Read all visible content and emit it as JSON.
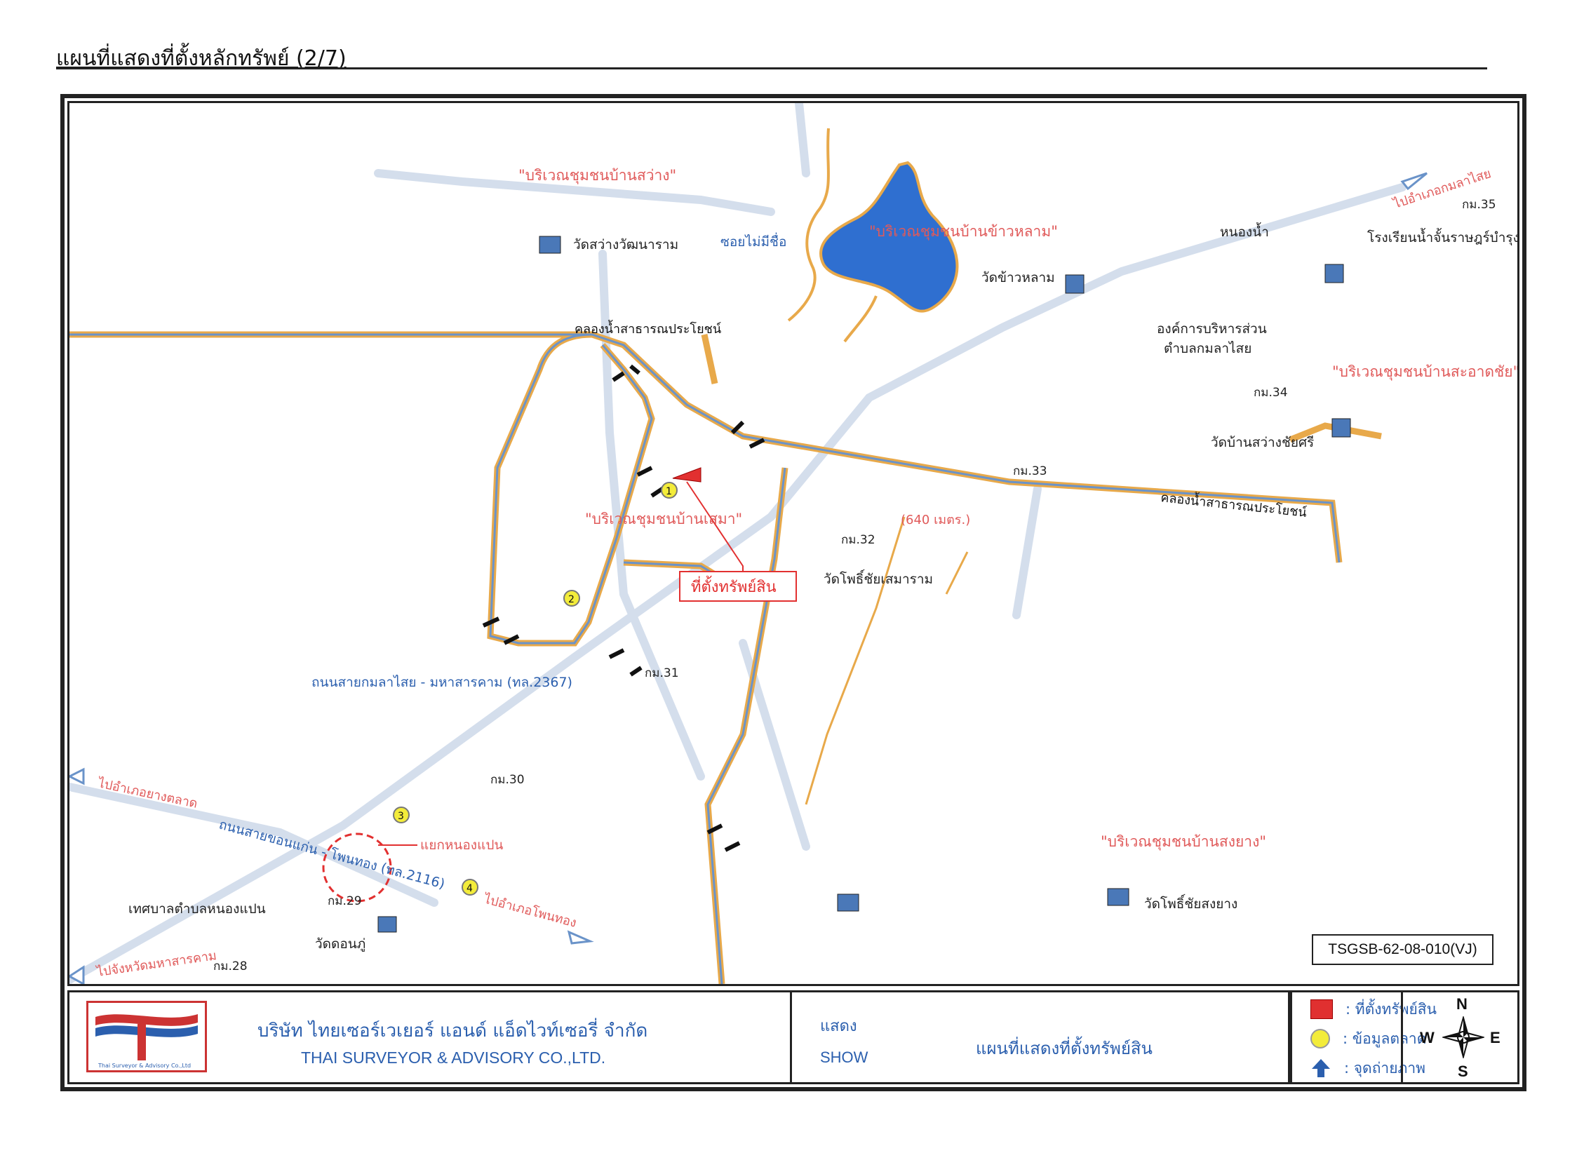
{
  "title": "แผนที่แสดงที่ตั้งหลักทรัพย์ (2/7)",
  "map": {
    "community_labels": [
      "\"บริเวณชุมชนบ้านสว่าง\"",
      "\"บริเวณชุมชนบ้านข้าวหลาม\"",
      "\"บริเวณชุมชนบ้านสะอาดชัย\"",
      "\"บริเวณชุมชนบ้านเสมา\"",
      "\"บริเวณชุมชนบ้านสงยาง\""
    ],
    "place_labels": [
      "วัดสว่างวัฒนาราม",
      "วัดข้าวหลาม",
      "องค์การบริหารส่วน",
      "ตำบลกมลาไสย",
      "หนองน้ำ",
      "โรงเรียนน้ำจั้นราษฎร์บำรุง",
      "วัดบ้านสว่างชัยศรี",
      "วัดโพธิ์ชัยเสมาราม",
      "วัดโพธิ์ชัยสงยาง",
      "เทศบาลตำบลหนองแปน",
      "วัดดอนภู่",
      "แยกหนองแปน"
    ],
    "road_labels": [
      "ซอยไม่มีชื่อ",
      "คลองน้ำสาธารณประโยชน์",
      "ไปอำเภอกมลาไสย",
      "ถนนสายกมลาไสย - มหาสารคาม (ทล.2367)",
      "ไปอำเภอยางตลาด",
      "ถนนสายขอนแก่น - โพนทอง (ทล.2116)",
      "ไปอำเภอโพนทอง",
      "ไปจังหวัดมหาสารคาม"
    ],
    "km_markers": [
      "กม.35",
      "กม.34",
      "กม.33",
      "กม.32",
      "กม.31",
      "กม.30",
      "กม.29",
      "กม.28"
    ],
    "distance_label": "(640 เมตร.)",
    "property_callout": "ที่ตั้งทรัพย์สิน",
    "market_points": [
      "1",
      "2",
      "3",
      "4"
    ],
    "code": "TSGSB-62-08-010(VJ)",
    "colors": {
      "road": "#c8d6ea",
      "canal": "#e8a94a",
      "canal_inner": "#6a93c9",
      "lake": "#2f6fd0",
      "property": "#e23030"
    }
  },
  "footer": {
    "company_th": "บริษัท ไทยเซอร์เวเยอร์ แอนด์ แอ็ดไวท์เซอรี่ จำกัด",
    "company_en": "THAI SURVEYOR & ADVISORY CO.,LTD.",
    "logo_caption": "Thai Surveyor & Advisory Co.,Ltd",
    "show_th": "แสดง",
    "show_en": "SHOW",
    "map_caption": "แผนที่แสดงที่ตั้งทรัพย์สิน",
    "legend": [
      {
        "symbol": "red-square",
        "text": ": ที่ตั้งทรัพย์สิน"
      },
      {
        "symbol": "yellow-circle",
        "text": ": ข้อมูลตลาด"
      },
      {
        "symbol": "blue-arrow",
        "text": ": จุดถ่ายภาพ"
      }
    ],
    "compass": {
      "n": "N",
      "s": "S",
      "e": "E",
      "w": "W"
    }
  }
}
